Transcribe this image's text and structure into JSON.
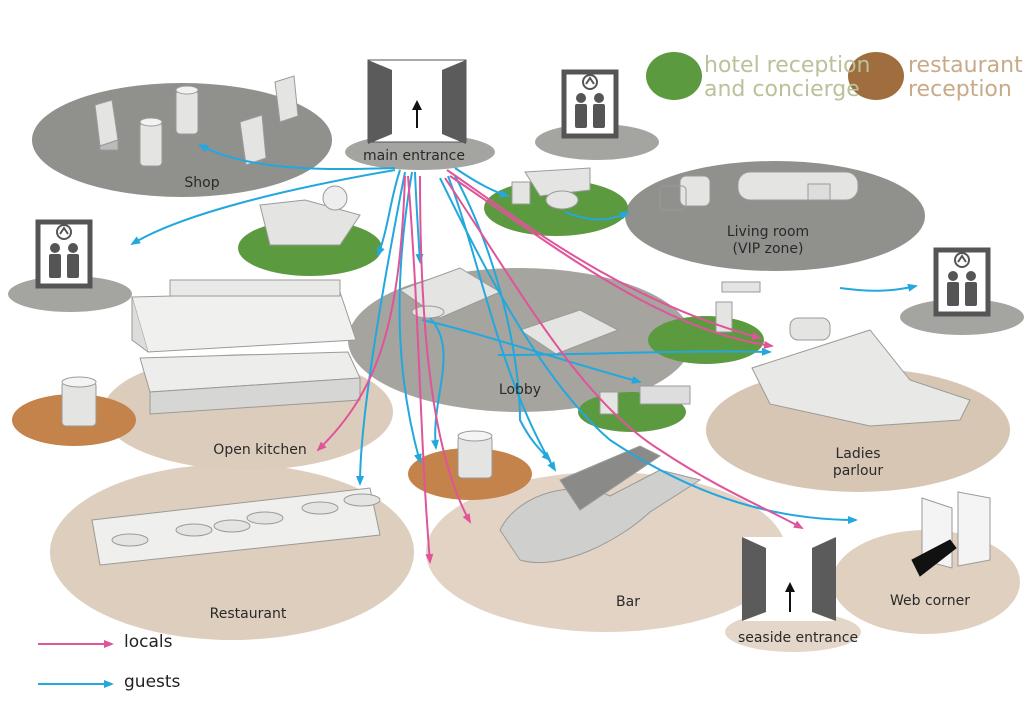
{
  "zones": {
    "shop": "Shop",
    "main_entrance": "main entrance",
    "living_room_1": "Living room",
    "living_room_2": "(VIP zone)",
    "lobby": "Lobby",
    "open_kitchen": "Open kitchen",
    "ladies_1": "Ladies",
    "ladies_2": "parlour",
    "restaurant": "Restaurant",
    "bar": "Bar",
    "seaside_entrance": "seaside entrance",
    "web_corner": "Web corner"
  },
  "legend": {
    "hotel_1": "hotel reception",
    "hotel_2": "and concierge",
    "restaurant_1": "restaurant",
    "restaurant_2": "reception",
    "locals": "locals",
    "guests": "guests"
  },
  "colors": {
    "hotel_reception": "#5c9a40",
    "restaurant_reception": "#b07a45",
    "locals": "#e0549a",
    "guests": "#23a8de",
    "grey_zone": "#7c7d79",
    "beige_zone": "#d8c6b4"
  },
  "icons": [
    "elevator-icon",
    "door-icon",
    "arrow-up-icon"
  ]
}
